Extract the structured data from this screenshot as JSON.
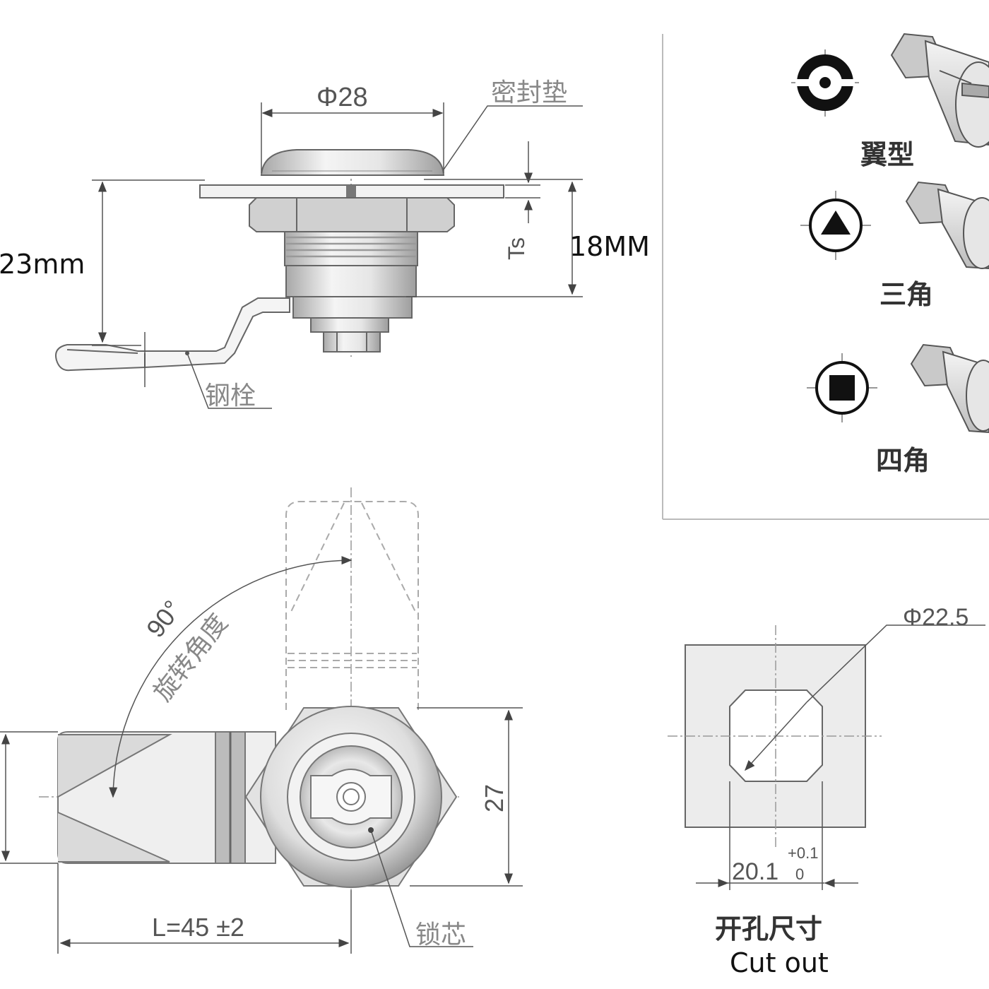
{
  "labels": {
    "dia_top": "Φ28",
    "seal": "密封垫",
    "height_total": "23mm",
    "ts": "Ts",
    "height_body": "18MM",
    "steel_bolt": "钢栓",
    "wing_type": "翼型",
    "triangle_type": "三角",
    "square_type": "四角",
    "angle": "90°",
    "rotation": "旋转角度",
    "hex_size": "27",
    "length": "L=45 ±2",
    "lock_core": "锁芯",
    "cut_dia": "Φ22.5",
    "cut_width": "20.1",
    "tol_plus": "+0.1",
    "tol_zero": "0",
    "cut_cn": "开孔尺寸",
    "cut_en": "Cut out"
  },
  "colors": {
    "line": "#666666",
    "metal_light": "#eeeeee",
    "metal_mid": "#d4d4d4",
    "metal_dark": "#9a9a9a",
    "black": "#111111"
  }
}
